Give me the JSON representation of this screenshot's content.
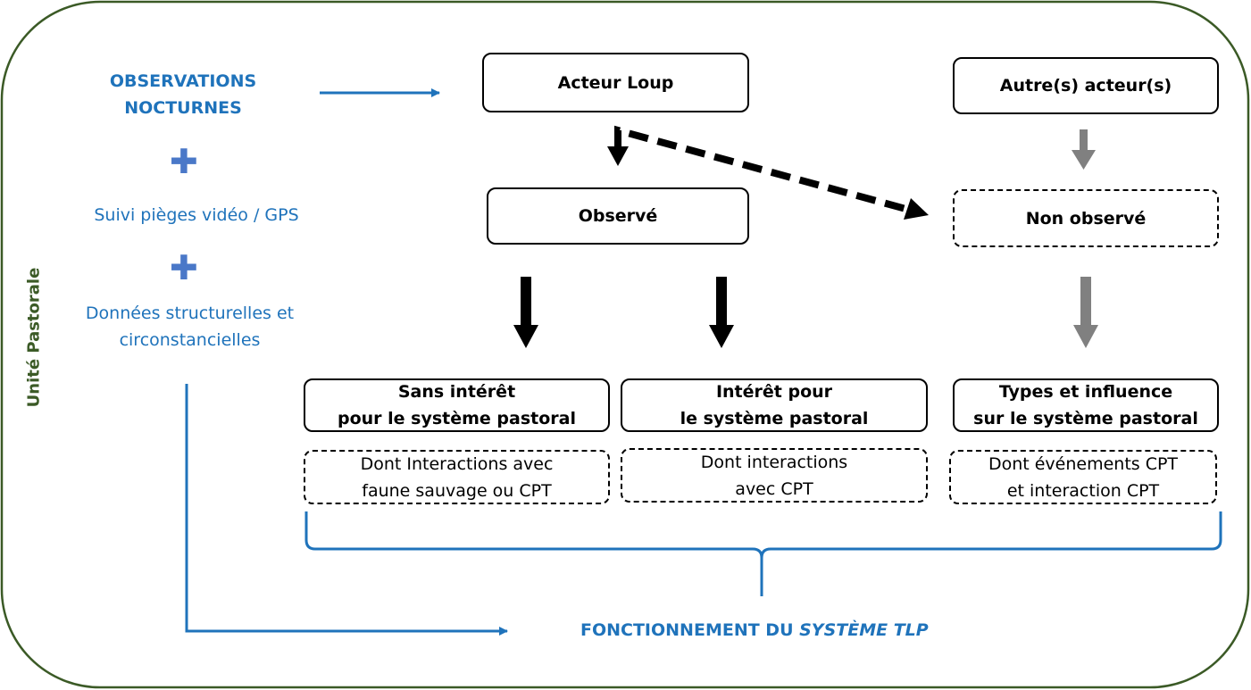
{
  "frame": {
    "side_label": "Unité Pastorale",
    "border_color": "#3b5a26"
  },
  "inputs": {
    "obs_line1": "OBSERVATIONS",
    "obs_line2": "NOCTURNES",
    "plus_symbol": "✚",
    "video_gps": "Suivi pièges vidéo / GPS",
    "data_line1": "Données structurelles et",
    "data_line2": "circonstancielles"
  },
  "boxes": {
    "acteur_loup": "Acteur Loup",
    "autres_acteurs": "Autre(s) acteur(s)",
    "observe": "Observé",
    "non_observe": "Non observé",
    "sans_interet_l1": "Sans intérêt",
    "sans_interet_l2": "pour le système pastoral",
    "interet_l1": "Intérêt pour",
    "interet_l2": "le système pastoral",
    "types_l1": "Types et influence",
    "types_l2": "sur le système pastoral",
    "dont_faune_l1": "Dont Interactions avec",
    "dont_faune_l2": "faune sauvage ou CPT",
    "dont_cpt_l1": "Dont interactions",
    "dont_cpt_l2": "avec CPT",
    "dont_evt_l1": "Dont événements CPT",
    "dont_evt_l2": "et interaction CPT"
  },
  "footer": {
    "label": "FONCTIONNEMENT DU ",
    "label_italic": "SYSTÈME TLP"
  },
  "colors": {
    "accent_blue": "#1f73bb",
    "plus_blue": "#4a78c8",
    "gray_arrow": "#808080",
    "green": "#3b5a26"
  }
}
